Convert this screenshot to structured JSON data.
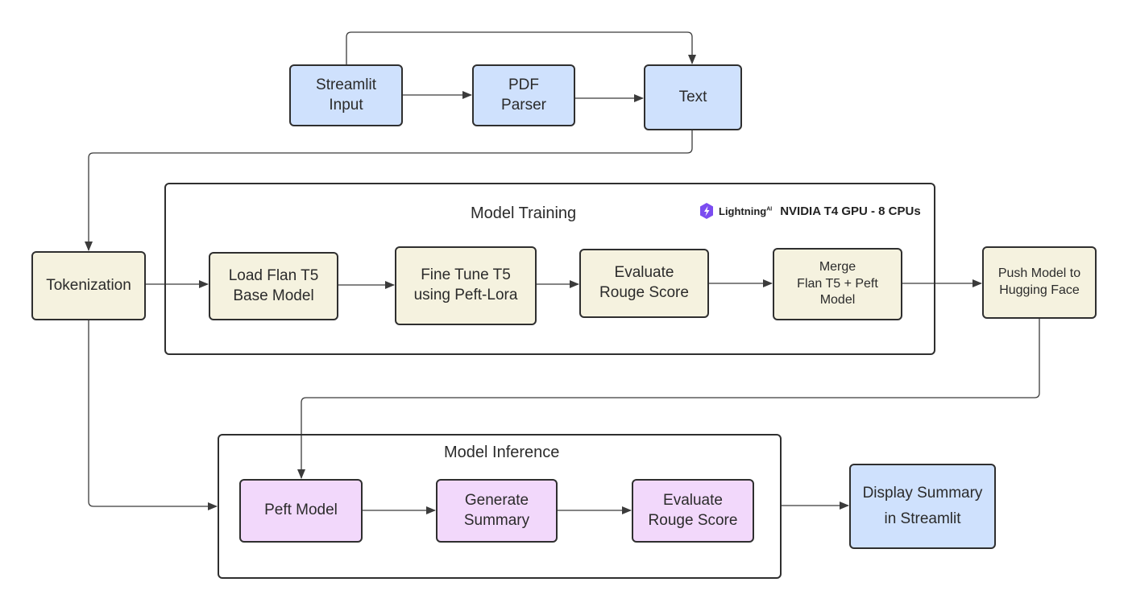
{
  "nodes": {
    "streamlit_input": "Streamlit\nInput",
    "pdf_parser": "PDF\nParser",
    "text": "Text",
    "tokenization": "Tokenization",
    "load_flan": "Load Flan T5\nBase Model",
    "fine_tune": "Fine Tune T5\nusing Peft-Lora",
    "evaluate_rouge_train": "Evaluate\nRouge Score",
    "merge": "Merge\nFlan T5 + Peft\nModel",
    "push_model": "Push Model to\nHugging Face",
    "peft_model": "Peft Model",
    "generate_summary": "Generate\nSummary",
    "evaluate_rouge_infer": "Evaluate\nRouge Score",
    "display_summary": "Display Summary\nin Streamlit"
  },
  "groups": {
    "training_title": "Model Training",
    "inference_title": "Model Inference"
  },
  "badge": {
    "brand": "Lightning",
    "brand_sup": "AI",
    "hardware": "NVIDIA T4 GPU - 8 CPUs",
    "logo_icon": "lightning-bolt-icon",
    "logo_color": "#7b4cf0"
  },
  "colors": {
    "input_blue": "#cfe1fd",
    "process_cream": "#f5f2df",
    "inference_pink": "#f2d8fb"
  }
}
